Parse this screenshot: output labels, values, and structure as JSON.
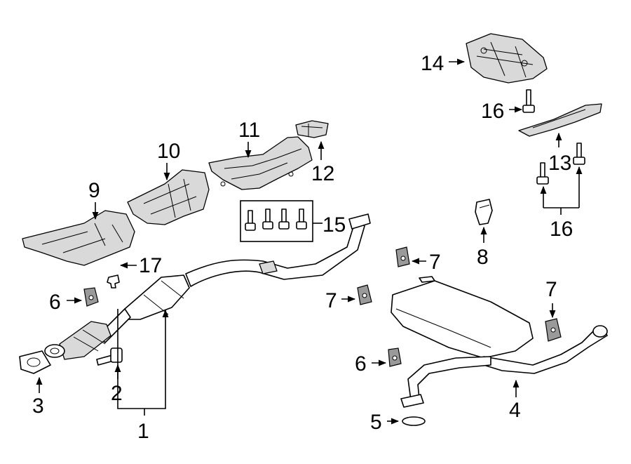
{
  "diagram": {
    "callouts": {
      "c1": "1",
      "c2": "2",
      "c3": "3",
      "c4": "4",
      "c5": "5",
      "c6a": "6",
      "c6b": "6",
      "c7a": "7",
      "c7b": "7",
      "c7c": "7",
      "c8": "8",
      "c9": "9",
      "c10": "10",
      "c11": "11",
      "c12": "12",
      "c13": "13",
      "c14": "14",
      "c15": "15",
      "c16a": "16",
      "c16b": "16",
      "c17": "17"
    }
  }
}
